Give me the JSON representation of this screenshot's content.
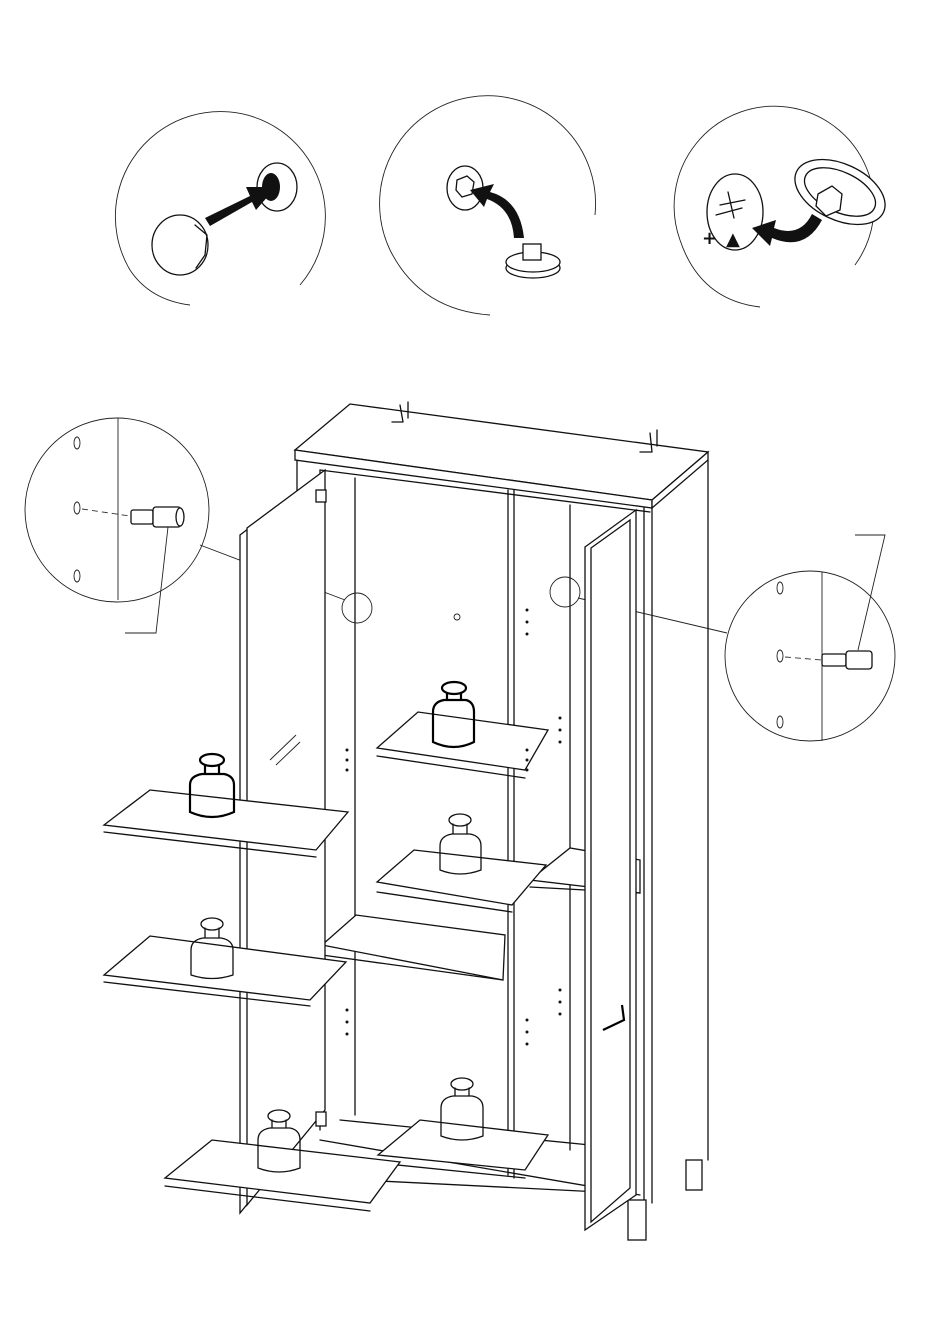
{
  "steps": [
    {
      "id": "cap-insert",
      "icon": "cover-cap-insert-icon"
    },
    {
      "id": "cam-insert",
      "icon": "cam-lock-insert-icon"
    },
    {
      "id": "cam-tighten",
      "icon": "cam-lock-tighten-icon"
    }
  ],
  "tighten_symbols": {
    "plus": "+",
    "arrow": "▲"
  },
  "detail_callouts": [
    {
      "id": "left-pin",
      "icon": "shelf-support-pin-icon"
    },
    {
      "id": "right-pin",
      "icon": "shelf-support-pin-icon"
    }
  ],
  "assembly": {
    "subject": "cabinet-with-doors",
    "shelf_count": 6,
    "load_weights": 6
  },
  "colors": {
    "line": "#111111",
    "background": "#ffffff"
  }
}
